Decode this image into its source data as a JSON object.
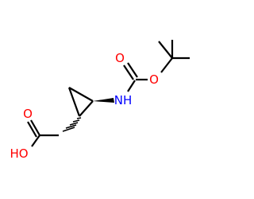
{
  "molecule": {
    "atoms": {
      "carbonyl_o_top": "O",
      "ester_o": "O",
      "amide_n": "NH",
      "acid_o_double": "O",
      "acid_oh": "HO"
    },
    "colors": {
      "oxygen": "#ff0000",
      "nitrogen": "#0000ff",
      "bond": "#000000",
      "background": "#ffffff"
    }
  }
}
